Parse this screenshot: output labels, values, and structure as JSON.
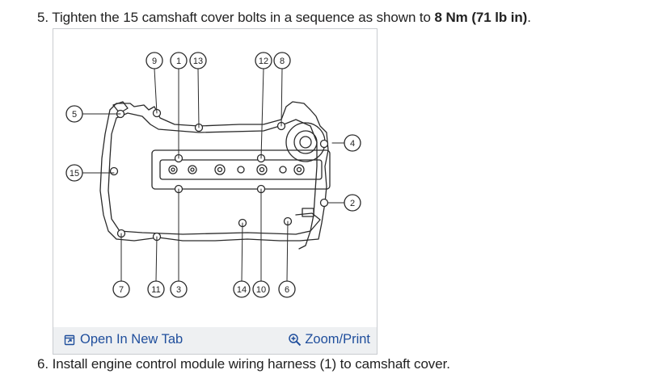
{
  "step5": {
    "prefix": "5. Tighten the 15 camshaft cover bolts in a sequence as shown to ",
    "torque": "8 Nm (71 lb in)",
    "suffix": "."
  },
  "figure": {
    "bolt_numbers": {
      "b1": "1",
      "b2": "2",
      "b3": "3",
      "b4": "4",
      "b5": "5",
      "b6": "6",
      "b7": "7",
      "b8": "8",
      "b9": "9",
      "b10": "10",
      "b11": "11",
      "b12": "12",
      "b13": "13",
      "b14": "14",
      "b15": "15"
    },
    "open_tab_label": "Open In New Tab",
    "zoom_label": "Zoom/Print",
    "open_tab_icon": "open-new-tab-icon",
    "zoom_icon": "magnifier-plus-icon",
    "link_color": "#1f4e9c"
  },
  "step6": {
    "text": "6. Install engine control module wiring harness (1) to camshaft cover."
  }
}
